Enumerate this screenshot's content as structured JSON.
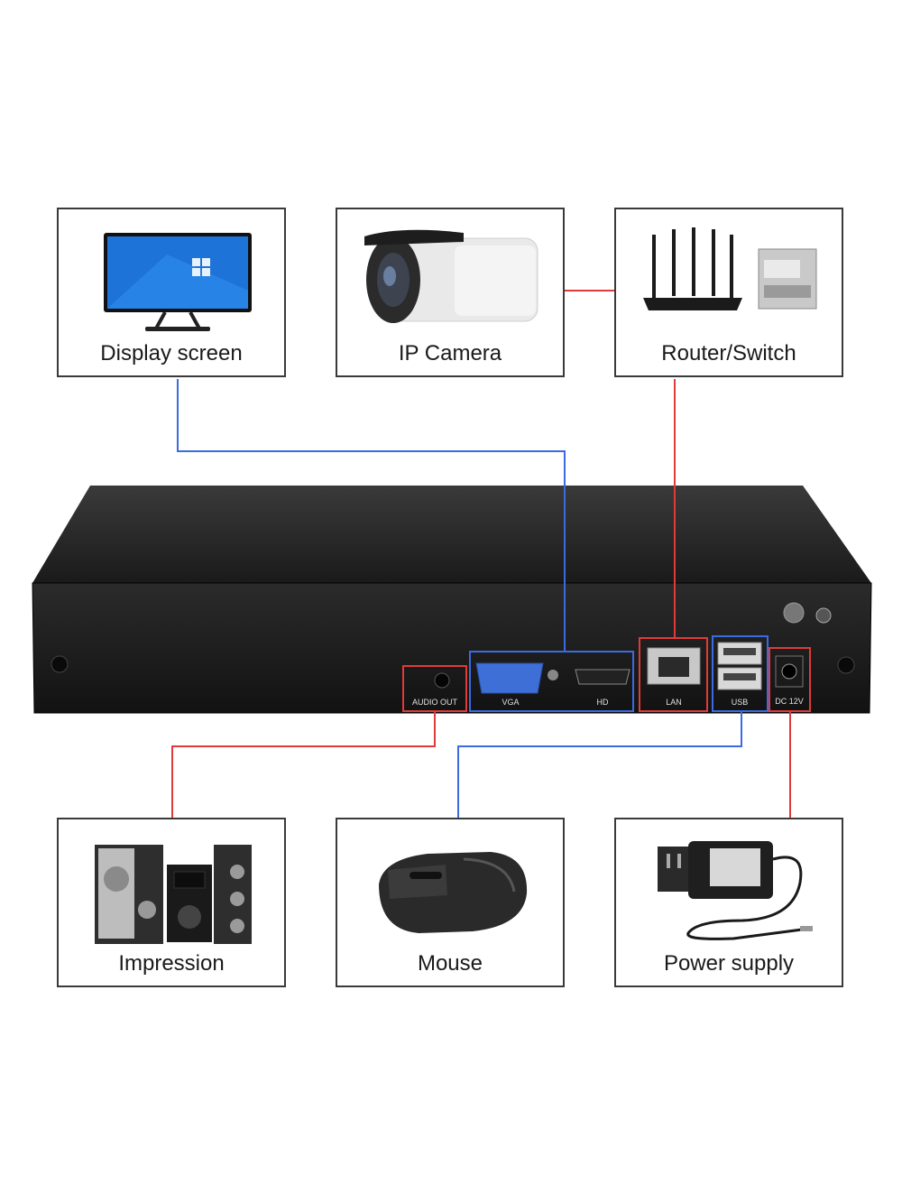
{
  "devices": {
    "display": {
      "label": "Display screen"
    },
    "camera": {
      "label": "IP Camera"
    },
    "router": {
      "label": "Router/Switch"
    },
    "speaker": {
      "label": "Impression"
    },
    "mouse": {
      "label": "Mouse"
    },
    "power": {
      "label": "Power supply"
    }
  },
  "ports": {
    "audio": "AUDIO OUT",
    "vga": "VGA",
    "hd": "HD",
    "lan": "LAN",
    "usb": "USB",
    "dc": "DC 12V"
  },
  "colors": {
    "red_wire": "#e03a3a",
    "blue_wire": "#3a6be0"
  }
}
